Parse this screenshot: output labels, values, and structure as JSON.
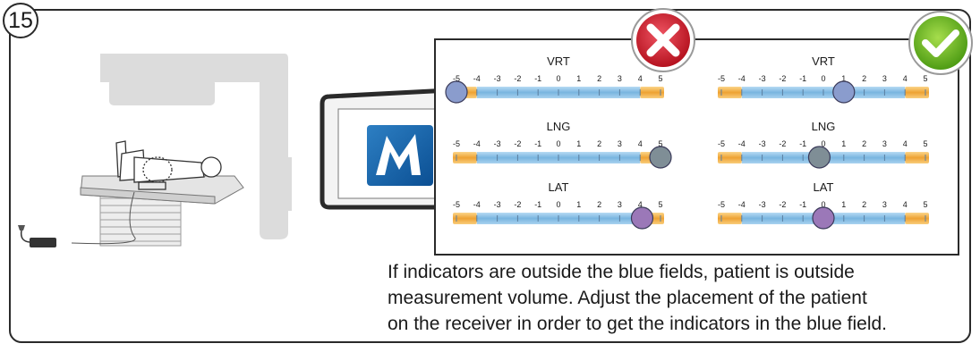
{
  "step": {
    "number": "15"
  },
  "panels": [
    {
      "status": "incorrect",
      "icon": "red-x-icon",
      "indicators": [
        {
          "axis": "VRT",
          "value": -5.0,
          "color": "#8a9ccd"
        },
        {
          "axis": "LNG",
          "value": 5.0,
          "color": "#7f8e96"
        },
        {
          "axis": "LAT",
          "value": 4.1,
          "color": "#9b78b8"
        }
      ]
    },
    {
      "status": "correct",
      "icon": "green-check-icon",
      "indicators": [
        {
          "axis": "VRT",
          "value": 1.0,
          "color": "#8a9ccd"
        },
        {
          "axis": "LNG",
          "value": -0.2,
          "color": "#7f8e96"
        },
        {
          "axis": "LAT",
          "value": 0.0,
          "color": "#9b78b8"
        }
      ]
    }
  ],
  "scale": {
    "ticks": [
      "-5",
      "-4",
      "-3",
      "-2",
      "-1",
      "0",
      "1",
      "2",
      "3",
      "4",
      "5"
    ],
    "min": -5,
    "max": 5
  },
  "colors": {
    "blue_field": "#8cc3e8",
    "orange_field": "#f2b64a",
    "frame": "#2a2a2a"
  },
  "caption": {
    "line1": "If indicators are outside the blue fields, patient is outside",
    "line2": "measurement volume. Adjust the placement of the patient",
    "line3": "on the receiver in order to get the indicators in the blue field."
  }
}
